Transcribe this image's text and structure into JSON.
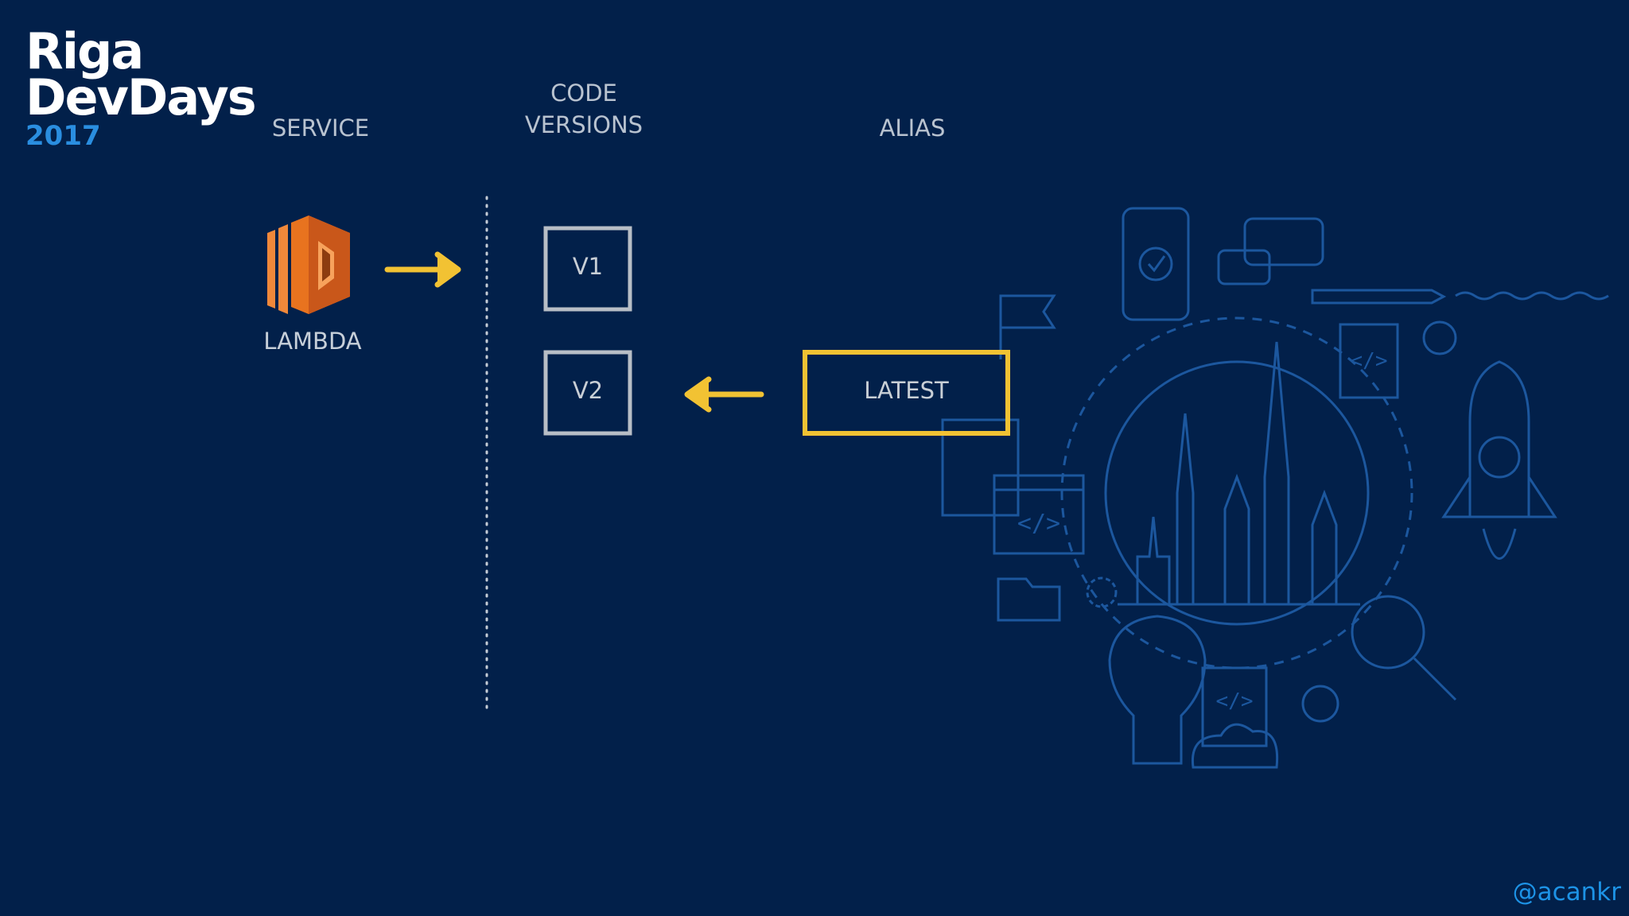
{
  "logo": {
    "line1": "Riga",
    "line2": "DevDays",
    "year": "2017"
  },
  "headers": {
    "service": "SERVICE",
    "code_versions_line1": "CODE",
    "code_versions_line2": "VERSIONS",
    "alias": "ALIAS"
  },
  "service": {
    "label": "LAMBDA",
    "icon": "aws-lambda-icon"
  },
  "versions": [
    "V1",
    "V2"
  ],
  "alias": {
    "label": "LATEST"
  },
  "footer": {
    "handle": "@acankr"
  },
  "colors": {
    "background": "#02204a",
    "highlight": "#f2c233",
    "version_box": "#b8bec6",
    "lambda_orange": "#e8731f",
    "illustration": "#1f5da8",
    "handle": "#1d93e6"
  }
}
